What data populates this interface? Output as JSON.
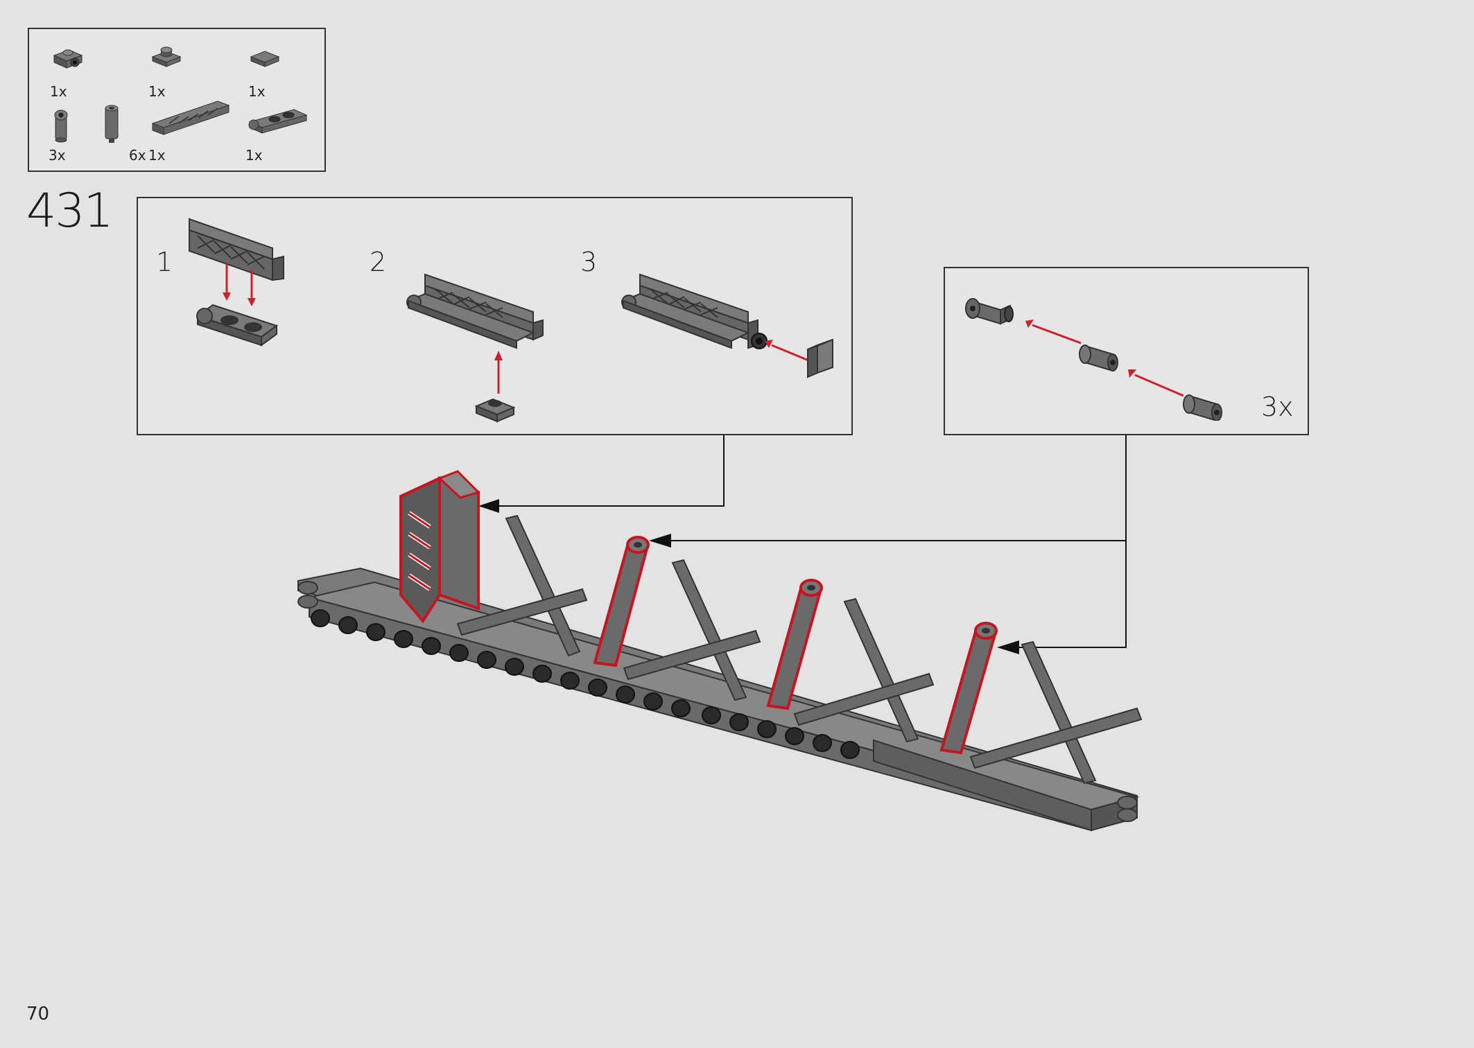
{
  "step": {
    "number": "431"
  },
  "page": {
    "number": "70"
  },
  "parts": [
    {
      "icon": "plate-1x1-clip-icon",
      "qty": "1x"
    },
    {
      "icon": "plate-1x1-stud-icon",
      "qty": "1x"
    },
    {
      "icon": "tile-1x1-icon",
      "qty": "1x"
    },
    {
      "icon": "technic-connector-icon",
      "qty": "3x"
    },
    {
      "icon": "technic-axle-pin-icon",
      "qty": "6x"
    },
    {
      "icon": "lattice-fence-1x4-icon",
      "qty": "1x"
    },
    {
      "icon": "plate-1x2-clip-icon",
      "qty": "1x"
    }
  ],
  "callout_main": {
    "substeps": [
      {
        "label": "1"
      },
      {
        "label": "2"
      },
      {
        "label": "3"
      }
    ]
  },
  "callout_side": {
    "multiplier": "3x"
  },
  "colors": {
    "background": "#e3e3e3",
    "brick": "#6a6a6a",
    "brick_dark": "#3c3c3c",
    "arrow_red": "#d0202a",
    "highlight_red": "#c8141e"
  }
}
